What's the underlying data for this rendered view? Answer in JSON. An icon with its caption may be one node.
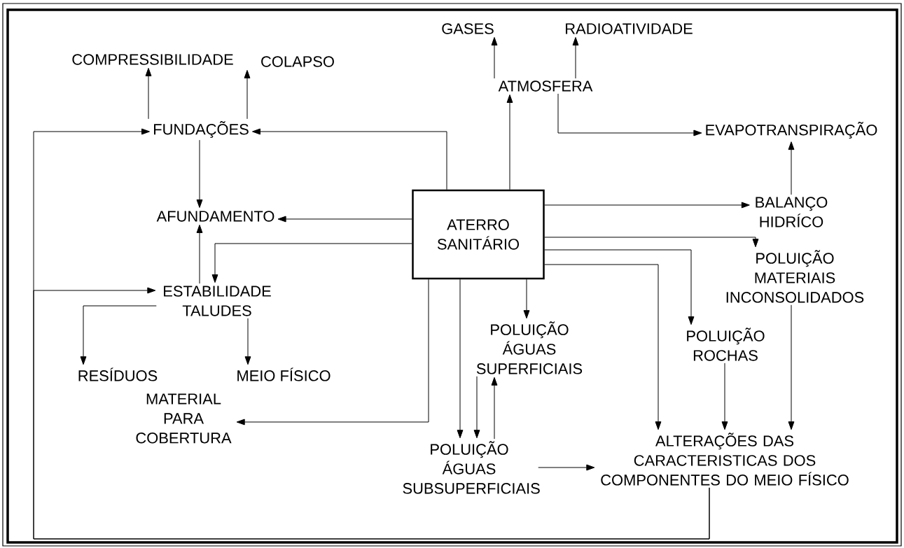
{
  "diagram": {
    "nodes": [
      {
        "text": [
          "COMPRESSIBILIDADE"
        ]
      },
      {
        "text": [
          "COLAPSO"
        ]
      },
      {
        "text": [
          "GASES"
        ]
      },
      {
        "text": [
          "RADIOATIVIDADE"
        ]
      },
      {
        "text": [
          "ATMOSFERA"
        ]
      },
      {
        "text": [
          "FUNDAÇÕES"
        ]
      },
      {
        "text": [
          "EVAPOTRANSPIRAÇÃO"
        ]
      },
      {
        "text": [
          "AFUNDAMENTO"
        ]
      },
      {
        "text": [
          "ATERRO SANITÁRIO"
        ]
      },
      {
        "text": [
          "BALANÇO HIDRÍCO"
        ]
      },
      {
        "text": [
          "POLUIÇÃO MATERIAIS INCONSOLIDADOS"
        ]
      },
      {
        "text": [
          "ESTABILIDADE TALUDES"
        ]
      },
      {
        "text": [
          "POLUIÇÃO ÁGUAS SUPERFICIAIS"
        ]
      },
      {
        "text": [
          "POLUIÇÃO ROCHAS"
        ]
      },
      {
        "text": [
          "RESÍDUOS"
        ]
      },
      {
        "text": [
          "MEIO FÍSICO"
        ]
      },
      {
        "text": [
          "MATERIAL PARA COBERTURA"
        ]
      },
      {
        "text": [
          "POLUIÇÃO ÁGUAS SUBSUPERFICIAIS"
        ]
      },
      {
        "text": [
          "ALTERAÇÕES DAS CARACTERISTICAS DOS COMPONENTES DO MEIO FÍSICO"
        ]
      }
    ],
    "edges": [
      {
        "from": 5,
        "to": 0,
        "arrow": "to"
      },
      {
        "from": 5,
        "to": 1,
        "arrow": "to"
      },
      {
        "from": 4,
        "to": 2,
        "arrow": "to"
      },
      {
        "from": 4,
        "to": 3,
        "arrow": "to"
      },
      {
        "from": 8,
        "to": 4,
        "arrow": "to"
      },
      {
        "from": 4,
        "to": 6,
        "arrow": "to"
      },
      {
        "from": 8,
        "to": 5,
        "arrow": "to"
      },
      {
        "from": 5,
        "to": 7,
        "arrow": "to"
      },
      {
        "from": 8,
        "to": 7,
        "arrow": "to"
      },
      {
        "from": 8,
        "to": 11,
        "arrow": "to"
      },
      {
        "from": 11,
        "to": 7,
        "arrow": "to"
      },
      {
        "from": 18,
        "to": 5,
        "arrow": "to"
      },
      {
        "from": 18,
        "to": 11,
        "arrow": "to"
      },
      {
        "from": 11,
        "to": 14,
        "arrow": "to"
      },
      {
        "from": 11,
        "to": 15,
        "arrow": "to"
      },
      {
        "from": 8,
        "to": 16,
        "arrow": "to"
      },
      {
        "from": 8,
        "to": 17,
        "arrow": "to"
      },
      {
        "from": 8,
        "to": 12,
        "arrow": "to"
      },
      {
        "from": 12,
        "to": 17,
        "arrow": "to"
      },
      {
        "from": 17,
        "to": 12,
        "arrow": "to"
      },
      {
        "from": 17,
        "to": 18,
        "arrow": "to"
      },
      {
        "from": 8,
        "to": 9,
        "arrow": "to"
      },
      {
        "from": 9,
        "to": 6,
        "arrow": "to"
      },
      {
        "from": 8,
        "to": 10,
        "arrow": "to"
      },
      {
        "from": 8,
        "to": 13,
        "arrow": "to"
      },
      {
        "from": 8,
        "to": 18,
        "arrow": "to"
      },
      {
        "from": 13,
        "to": 18,
        "arrow": "to"
      },
      {
        "from": 10,
        "to": 18,
        "arrow": "to"
      }
    ]
  }
}
